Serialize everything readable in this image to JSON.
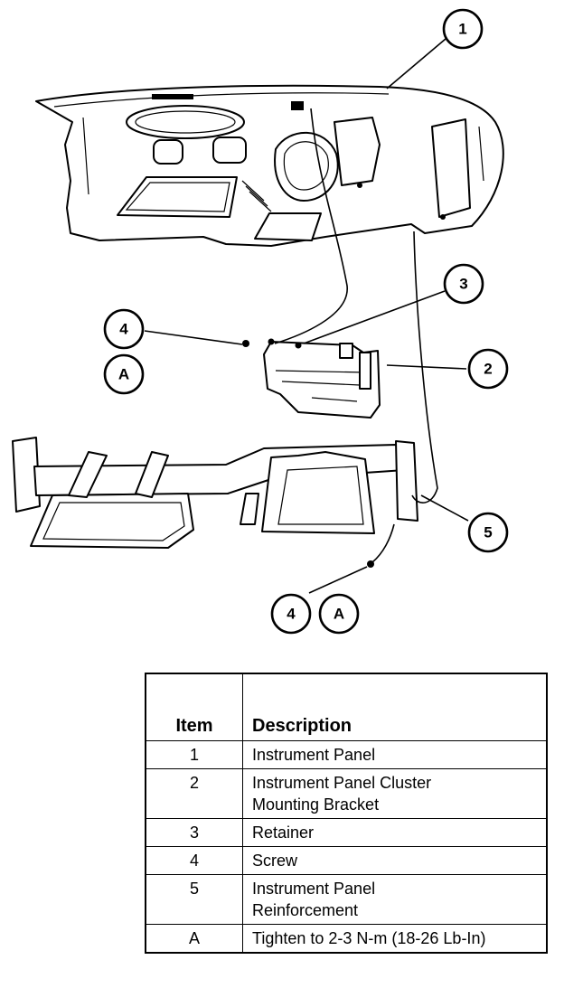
{
  "callouts": {
    "c1": "1",
    "c2": "2",
    "c3": "3",
    "c4_upper": "4",
    "a_upper": "A",
    "c5": "5",
    "c4_lower": "4",
    "a_lower": "A"
  },
  "legend": {
    "header_item": "Item",
    "header_description": "Description",
    "rows": [
      {
        "item": "1",
        "description": "Instrument Panel"
      },
      {
        "item": "2",
        "description": "Instrument Panel Cluster Mounting Bracket"
      },
      {
        "item": "3",
        "description": "Retainer"
      },
      {
        "item": "4",
        "description": "Screw"
      },
      {
        "item": "5",
        "description": "Instrument Panel Reinforcement"
      },
      {
        "item": "A",
        "description": "Tighten to 2-3 N-m (18-26 Lb-In)"
      }
    ]
  }
}
